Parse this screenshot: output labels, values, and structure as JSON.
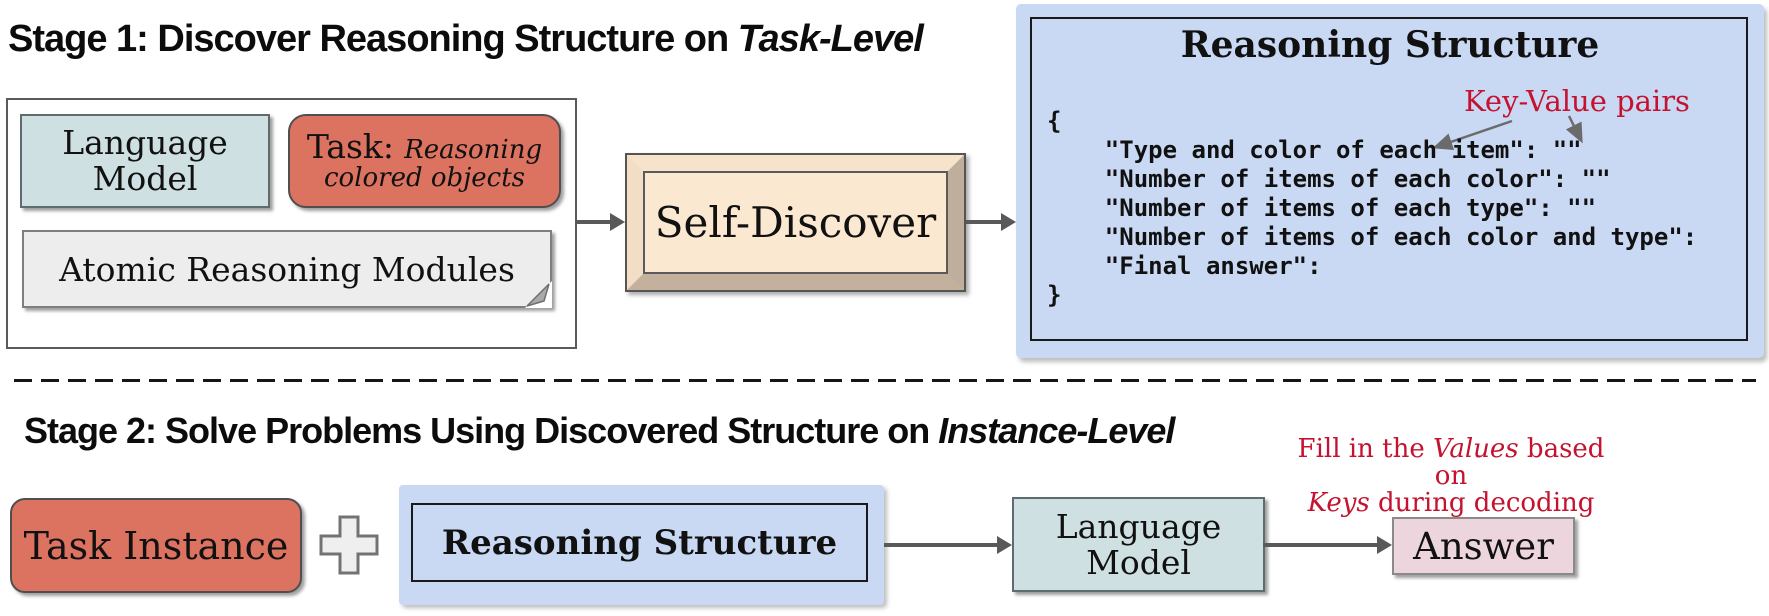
{
  "stage1": {
    "title": {
      "text": "Stage 1: Discover Reasoning Structure on ",
      "emphasis": "Task-Level"
    },
    "language_model": {
      "line1": "Language",
      "line2": "Model"
    },
    "task": {
      "label": "Task:",
      "description_line1": "Reasoning",
      "description_line2": "colored objects"
    },
    "modules_label": "Atomic Reasoning Modules",
    "process_label": "Self-Discover",
    "structure_panel": {
      "title": "Reasoning Structure",
      "annotation": "Key-Value pairs",
      "code": [
        "{",
        "    \"Type and color of each item\": \"\"",
        "    \"Number of items of each color\": \"\"",
        "    \"Number of items of each type\": \"\"",
        "    \"Number of items of each color and type\":",
        "    \"Final answer\":",
        "}"
      ]
    }
  },
  "stage2": {
    "title": {
      "text": "Stage 2: Solve Problems Using Discovered Structure on ",
      "emphasis": "Instance-Level"
    },
    "task_instance_label": "Task Instance",
    "structure_label": "Reasoning Structure",
    "language_model": {
      "line1": "Language",
      "line2": "Model"
    },
    "answer_label": "Answer",
    "annotation": {
      "prefix": "Fill in the ",
      "values_word": "Values",
      "middle": " based on",
      "keys_word": "Keys",
      "suffix": " during decoding"
    }
  },
  "colors": {
    "salmon": "#DC7260",
    "teal": "#CFE0E2",
    "module_gray": "#EDEDED",
    "peach_frame": "#F7E3CB",
    "peach_fill": "#FBE8D1",
    "peach_shadow": "#C3B19D",
    "panel_blue": "#C9D9F3",
    "answer_pink": "#EDD5DE",
    "annotation_red": "#C41230",
    "arrow_gray": "#595959"
  }
}
